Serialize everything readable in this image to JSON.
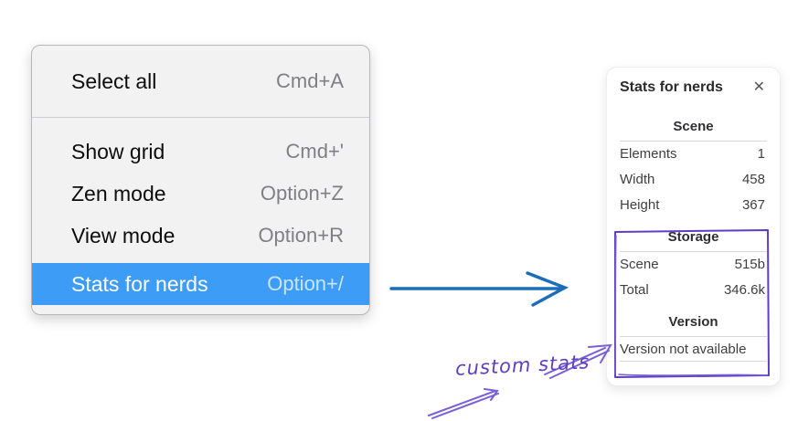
{
  "context_menu": {
    "items": [
      {
        "label": "Select all",
        "shortcut": "Cmd+A",
        "selected": false
      },
      {
        "label": "Show grid",
        "shortcut": "Cmd+'",
        "selected": false
      },
      {
        "label": "Zen mode",
        "shortcut": "Option+Z",
        "selected": false
      },
      {
        "label": "View mode",
        "shortcut": "Option+R",
        "selected": false
      },
      {
        "label": "Stats for nerds",
        "shortcut": "Option+/",
        "selected": true
      }
    ]
  },
  "stats_panel": {
    "title": "Stats for nerds",
    "sections": [
      {
        "heading": "Scene",
        "rows": [
          {
            "label": "Elements",
            "value": "1"
          },
          {
            "label": "Width",
            "value": "458"
          },
          {
            "label": "Height",
            "value": "367"
          }
        ]
      },
      {
        "heading": "Storage",
        "rows": [
          {
            "label": "Scene",
            "value": "515b"
          },
          {
            "label": "Total",
            "value": "346.6k"
          }
        ]
      },
      {
        "heading": "Version",
        "note": "Version not available"
      }
    ]
  },
  "icons": {
    "close": "✕"
  },
  "annotations": {
    "custom_stats_label": "custom stats"
  },
  "colors": {
    "menu_highlight": "#3d9df6",
    "blue_arrow": "#1b6cb9",
    "purple_annotation": "#5f3dc4",
    "purple_arrow": "#7a5fd6"
  }
}
